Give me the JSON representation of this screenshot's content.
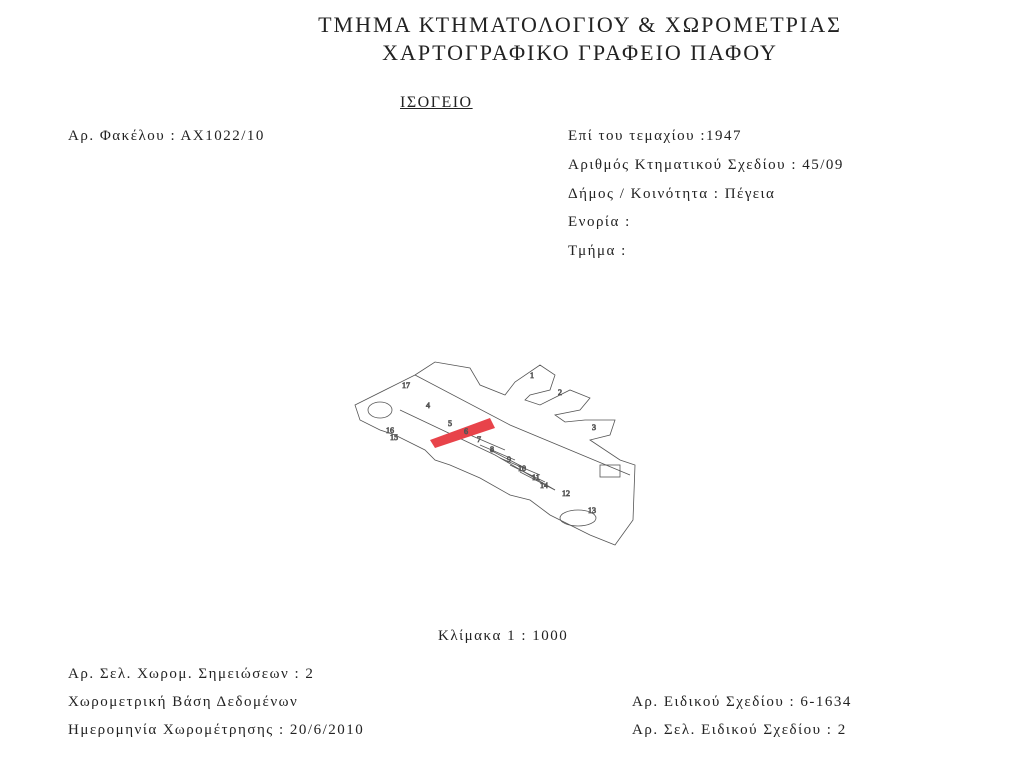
{
  "header": {
    "line1": "ΤΜΗΜΑ ΚΤΗΜΑΤΟΛΟΓΙΟΥ & ΧΩΡΟΜΕΤΡΙΑΣ",
    "line2": "ΧΑΡΤΟΓΡΑΦΙΚΟ ΓΡΑΦΕΙΟ ΠΑΦΟΥ"
  },
  "floor": "ΙΣΟΓΕΙΟ",
  "left": {
    "file_no": "Αρ. Φακέλου  :  ΑΧ1022/10"
  },
  "right": {
    "parcel": "Επί του τεμαχίου :1947",
    "plan": "Αριθμός Κτηματικού Σχεδίου : 45/09",
    "municipality": "Δήμος / Κοινότητα : Πέγεια",
    "parish": "Ενορία :",
    "section": "Τμήμα  :"
  },
  "map": {
    "highlight_color": "#e8434a",
    "unit_labels": [
      "1",
      "2",
      "3",
      "4",
      "5",
      "6",
      "7",
      "8",
      "9",
      "10",
      "11",
      "12",
      "13",
      "14",
      "15",
      "16",
      "17"
    ]
  },
  "scale": "Κλίμακα 1 : 1000",
  "footer": {
    "notes_pages": "Αρ. Σελ. Χωρομ. Σημειώσεων : 2",
    "database": "Χωρομετρική Βάση Δεδομένων",
    "survey_date": "Ημερομηνία Χωρομέτρησης : 20/6/2010",
    "special_plan": "Αρ. Ειδικού Σχεδίου : 6-1634",
    "special_pages": "Αρ. Σελ. Ειδικού Σχεδίου : 2"
  }
}
